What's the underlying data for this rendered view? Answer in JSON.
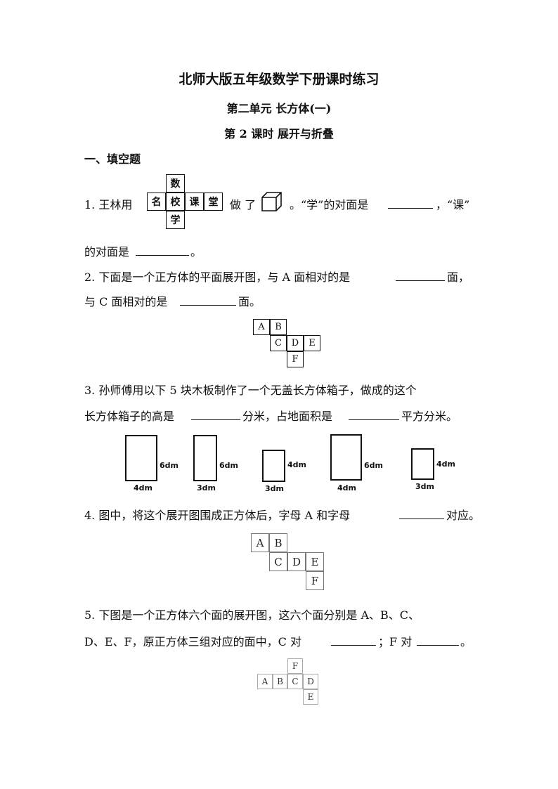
{
  "header": {
    "title": "北师大版五年级数学下册课时练习",
    "unit": "第二单元  长方体(一)",
    "lesson": "第 2 课时  展开与折叠"
  },
  "section": "一、填空题",
  "q1": {
    "p1": "1.  王林用",
    "p2": "做  了",
    "p3": "。“学”的对面是",
    "p4": "，“课”",
    "p5": "的对面是",
    "p6": "。",
    "net": [
      "数",
      "名",
      "校",
      "课",
      "堂",
      "学"
    ]
  },
  "q2": {
    "p1": "2.  下面是一个正方体的平面展开图，与 A 面相对的是",
    "p2": "面，",
    "p3": "与 C 面相对的是",
    "p4": "面。",
    "net": [
      "A",
      "B",
      "C",
      "D",
      "E",
      "F"
    ]
  },
  "q3": {
    "p1": "3.  孙师傅用以下 5 块木板制作了一个无盖长方体箱子，做成的这个",
    "p2": "长方体箱子的高是",
    "p3": "分米，占地面积是",
    "p4": "平方分米。",
    "boards": [
      {
        "h": "6dm",
        "w": "4dm"
      },
      {
        "h": "6dm",
        "w": "3dm"
      },
      {
        "h": "4dm",
        "w": "3dm"
      },
      {
        "h": "6dm",
        "w": "4dm"
      },
      {
        "h": "4dm",
        "w": "3dm"
      }
    ]
  },
  "q4": {
    "p1": "4.  图中，将这个展开图围成正方体后，字母 A 和字母",
    "p2": "对应。",
    "net": [
      "A",
      "B",
      "C",
      "D",
      "E",
      "F"
    ]
  },
  "q5": {
    "p1": "5.  下图是一个正方体六个面的展开图，这六个面分别是 A、B、C、",
    "p2": "D、E、F，原正方体三组对应的面中，C 对",
    "p3": "；F 对",
    "p4": "。",
    "net": [
      "F",
      "A",
      "B",
      "C",
      "D",
      "E"
    ]
  }
}
